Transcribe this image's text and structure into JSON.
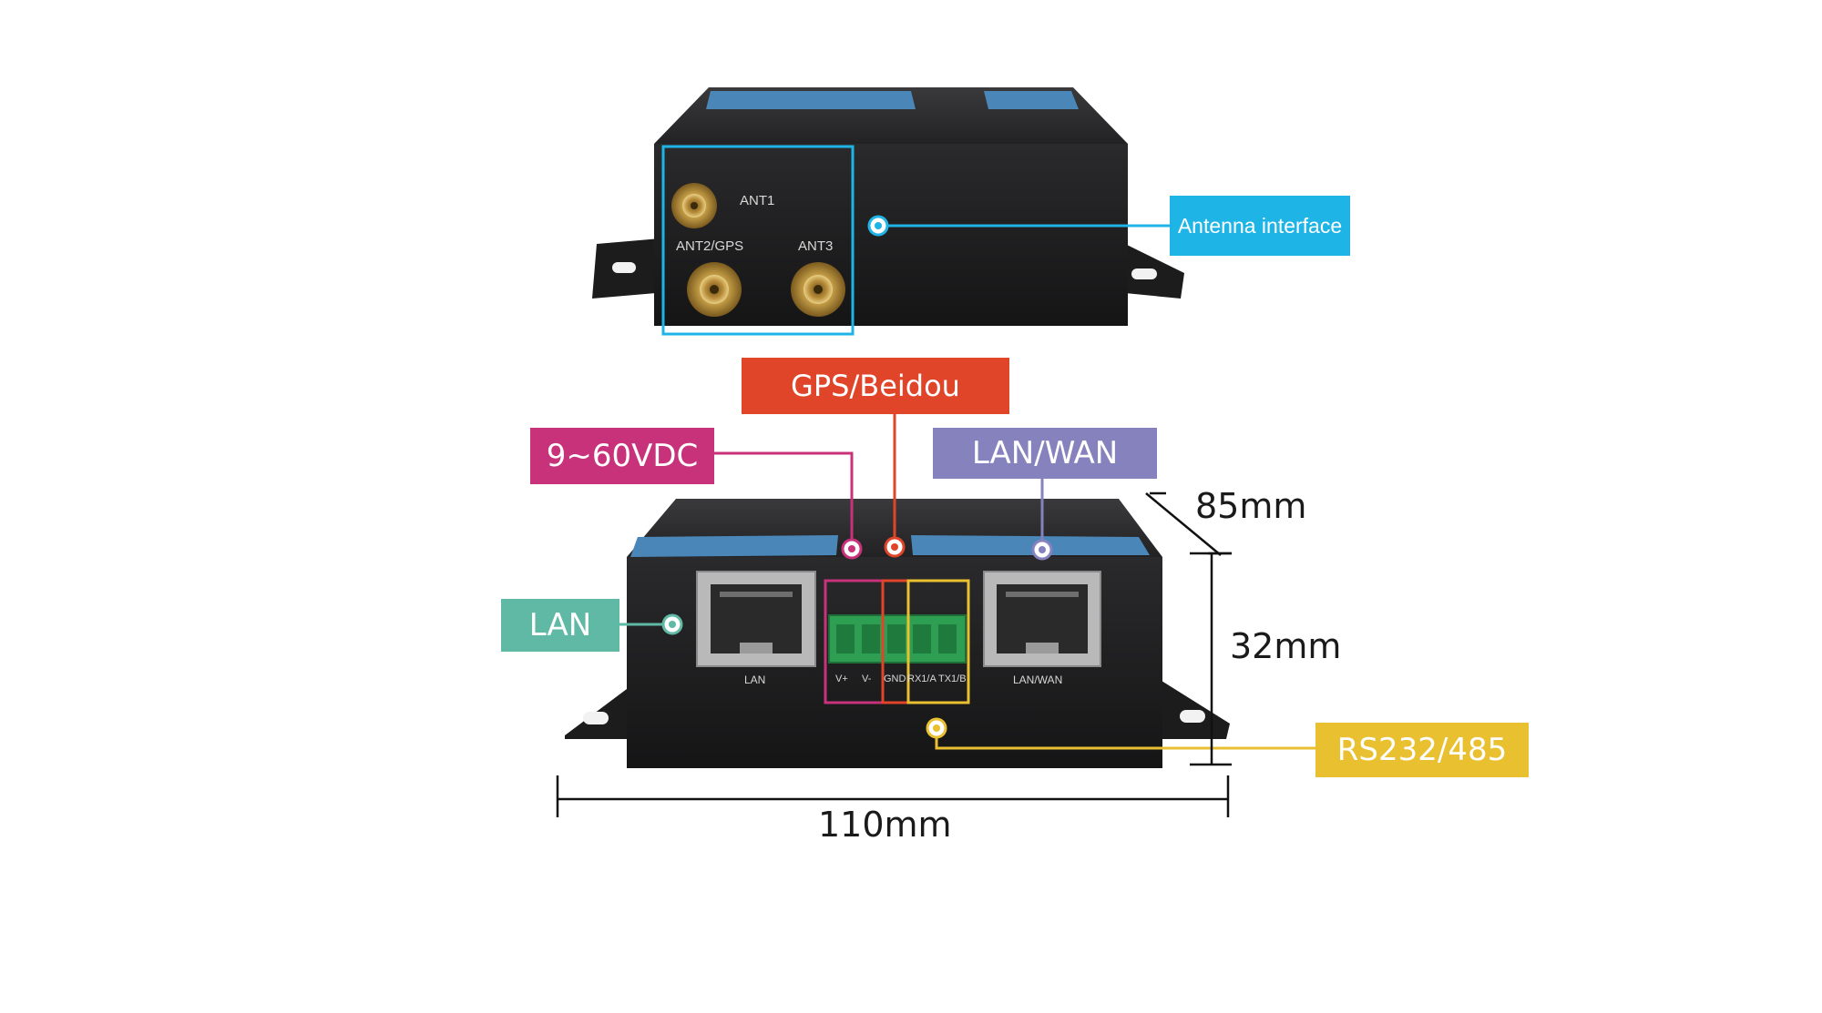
{
  "top_view": {
    "antennas": {
      "ant1": "ANT1",
      "ant2": "ANT2/GPS",
      "ant3": "ANT3"
    }
  },
  "front_view": {
    "ports": {
      "lan": "LAN",
      "lan_wan": "LAN/WAN"
    },
    "terminal_pins": [
      "V+",
      "V-",
      "GND",
      "RX1/A",
      "TX1/B"
    ]
  },
  "callouts": {
    "antenna": {
      "label": "Antenna interface",
      "color": "#1fb4e6"
    },
    "gps": {
      "label": "GPS/Beidou",
      "color": "#e0452a"
    },
    "power": {
      "label": "9~60VDC",
      "color": "#c8327a"
    },
    "lan_wan": {
      "label": "LAN/WAN",
      "color": "#8682bd"
    },
    "lan": {
      "label": "LAN",
      "color": "#5fb9a4"
    },
    "serial": {
      "label": "RS232/485",
      "color": "#e8c030"
    }
  },
  "dimensions": {
    "depth": "85mm",
    "height": "32mm",
    "width": "110mm"
  }
}
